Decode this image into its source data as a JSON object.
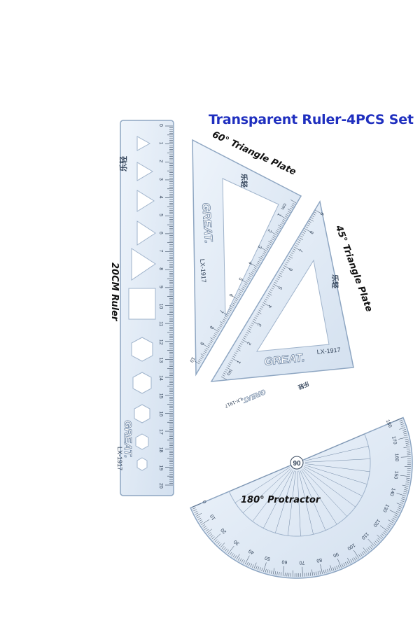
{
  "title": "Transparent Ruler-4PCS Set",
  "title_color": "#1f2fbf",
  "labels": {
    "triangle_60": "60° Triangle Plate",
    "triangle_45": "45° Triangle Plate",
    "ruler_20cm": "20CM Ruler",
    "protractor": "180° Protractor"
  },
  "product": {
    "brand": "GREAT.",
    "model": "LX-1917",
    "chinese_mark": "乐轻"
  },
  "ruler": {
    "scale_numbers": [
      "0",
      "1",
      "2",
      "3",
      "4",
      "5",
      "6",
      "7",
      "8",
      "9",
      "10",
      "11",
      "12",
      "13",
      "14",
      "15",
      "16",
      "17",
      "18",
      "19",
      "20"
    ],
    "unit": "cm"
  },
  "triangle_60_scale": [
    "1",
    "2",
    "3",
    "4",
    "5",
    "6",
    "7",
    "8",
    "9",
    "10"
  ],
  "triangle_60_unit": "cm",
  "triangle_45_scale": [
    "1",
    "2",
    "3",
    "4",
    "5",
    "6",
    "7",
    "8",
    "9"
  ],
  "triangle_45_unit": "cm",
  "protractor": {
    "outer_scale": [
      "0",
      "10",
      "20",
      "30",
      "40",
      "50",
      "60",
      "70",
      "80",
      "90",
      "100",
      "110",
      "120",
      "130",
      "140",
      "150",
      "160",
      "170",
      "180"
    ],
    "center_label": "90"
  },
  "colors": {
    "plastic": "#dfe9f5",
    "plastic_edge": "#8ea6c2",
    "ink": "#33445a"
  }
}
